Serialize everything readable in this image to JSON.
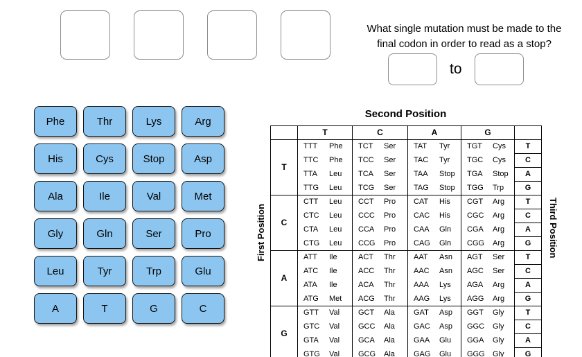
{
  "colors": {
    "tile_fill": "#8cc6f0",
    "tile_border": "#141414",
    "box_border": "#8c8c8c",
    "table_border": "#000000",
    "text": "#000000"
  },
  "drop_zones": {
    "count": 4
  },
  "question": {
    "line1": "What single mutation must be made to the",
    "line2": "final codon in order to read as a stop?",
    "connector": "to"
  },
  "tiles": [
    "Phe",
    "Thr",
    "Lys",
    "Arg",
    "His",
    "Cys",
    "Stop",
    "Asp",
    "Ala",
    "Ile",
    "Val",
    "Met",
    "Gly",
    "Gln",
    "Ser",
    "Pro",
    "Leu",
    "Tyr",
    "Trp",
    "Glu",
    "A",
    "T",
    "G",
    "C"
  ],
  "codon_table": {
    "title": "Second Position",
    "first_axis_label": "First Position",
    "third_axis_label": "Third Position",
    "second_positions": [
      "T",
      "C",
      "A",
      "G"
    ],
    "blocks": [
      {
        "first": "T",
        "rows": [
          {
            "codons": [
              {
                "codon": "TTT",
                "aa": "Phe"
              },
              {
                "codon": "TCT",
                "aa": "Ser"
              },
              {
                "codon": "TAT",
                "aa": "Tyr"
              },
              {
                "codon": "TGT",
                "aa": "Cys"
              }
            ],
            "third": "T"
          },
          {
            "codons": [
              {
                "codon": "TTC",
                "aa": "Phe"
              },
              {
                "codon": "TCC",
                "aa": "Ser"
              },
              {
                "codon": "TAC",
                "aa": "Tyr"
              },
              {
                "codon": "TGC",
                "aa": "Cys"
              }
            ],
            "third": "C"
          },
          {
            "codons": [
              {
                "codon": "TTA",
                "aa": "Leu"
              },
              {
                "codon": "TCA",
                "aa": "Ser"
              },
              {
                "codon": "TAA",
                "aa": "Stop"
              },
              {
                "codon": "TGA",
                "aa": "Stop"
              }
            ],
            "third": "A"
          },
          {
            "codons": [
              {
                "codon": "TTG",
                "aa": "Leu"
              },
              {
                "codon": "TCG",
                "aa": "Ser"
              },
              {
                "codon": "TAG",
                "aa": "Stop"
              },
              {
                "codon": "TGG",
                "aa": "Trp"
              }
            ],
            "third": "G"
          }
        ]
      },
      {
        "first": "C",
        "rows": [
          {
            "codons": [
              {
                "codon": "CTT",
                "aa": "Leu"
              },
              {
                "codon": "CCT",
                "aa": "Pro"
              },
              {
                "codon": "CAT",
                "aa": "His"
              },
              {
                "codon": "CGT",
                "aa": "Arg"
              }
            ],
            "third": "T"
          },
          {
            "codons": [
              {
                "codon": "CTC",
                "aa": "Leu"
              },
              {
                "codon": "CCC",
                "aa": "Pro"
              },
              {
                "codon": "CAC",
                "aa": "His"
              },
              {
                "codon": "CGC",
                "aa": "Arg"
              }
            ],
            "third": "C"
          },
          {
            "codons": [
              {
                "codon": "CTA",
                "aa": "Leu"
              },
              {
                "codon": "CCA",
                "aa": "Pro"
              },
              {
                "codon": "CAA",
                "aa": "Gln"
              },
              {
                "codon": "CGA",
                "aa": "Arg"
              }
            ],
            "third": "A"
          },
          {
            "codons": [
              {
                "codon": "CTG",
                "aa": "Leu"
              },
              {
                "codon": "CCG",
                "aa": "Pro"
              },
              {
                "codon": "CAG",
                "aa": "Gln"
              },
              {
                "codon": "CGG",
                "aa": "Arg"
              }
            ],
            "third": "G"
          }
        ]
      },
      {
        "first": "A",
        "rows": [
          {
            "codons": [
              {
                "codon": "ATT",
                "aa": "Ile"
              },
              {
                "codon": "ACT",
                "aa": "Thr"
              },
              {
                "codon": "AAT",
                "aa": "Asn"
              },
              {
                "codon": "AGT",
                "aa": "Ser"
              }
            ],
            "third": "T"
          },
          {
            "codons": [
              {
                "codon": "ATC",
                "aa": "Ile"
              },
              {
                "codon": "ACC",
                "aa": "Thr"
              },
              {
                "codon": "AAC",
                "aa": "Asn"
              },
              {
                "codon": "AGC",
                "aa": "Ser"
              }
            ],
            "third": "C"
          },
          {
            "codons": [
              {
                "codon": "ATA",
                "aa": "Ile"
              },
              {
                "codon": "ACA",
                "aa": "Thr"
              },
              {
                "codon": "AAA",
                "aa": "Lys"
              },
              {
                "codon": "AGA",
                "aa": "Arg"
              }
            ],
            "third": "A"
          },
          {
            "codons": [
              {
                "codon": "ATG",
                "aa": "Met"
              },
              {
                "codon": "ACG",
                "aa": "Thr"
              },
              {
                "codon": "AAG",
                "aa": "Lys"
              },
              {
                "codon": "AGG",
                "aa": "Arg"
              }
            ],
            "third": "G"
          }
        ]
      },
      {
        "first": "G",
        "rows": [
          {
            "codons": [
              {
                "codon": "GTT",
                "aa": "Val"
              },
              {
                "codon": "GCT",
                "aa": "Ala"
              },
              {
                "codon": "GAT",
                "aa": "Asp"
              },
              {
                "codon": "GGT",
                "aa": "Gly"
              }
            ],
            "third": "T"
          },
          {
            "codons": [
              {
                "codon": "GTC",
                "aa": "Val"
              },
              {
                "codon": "GCC",
                "aa": "Ala"
              },
              {
                "codon": "GAC",
                "aa": "Asp"
              },
              {
                "codon": "GGC",
                "aa": "Gly"
              }
            ],
            "third": "C"
          },
          {
            "codons": [
              {
                "codon": "GTA",
                "aa": "Val"
              },
              {
                "codon": "GCA",
                "aa": "Ala"
              },
              {
                "codon": "GAA",
                "aa": "Glu"
              },
              {
                "codon": "GGA",
                "aa": "Gly"
              }
            ],
            "third": "A"
          },
          {
            "codons": [
              {
                "codon": "GTG",
                "aa": "Val"
              },
              {
                "codon": "GCG",
                "aa": "Ala"
              },
              {
                "codon": "GAG",
                "aa": "Glu"
              },
              {
                "codon": "GGG",
                "aa": "Gly"
              }
            ],
            "third": "G"
          }
        ]
      }
    ]
  }
}
